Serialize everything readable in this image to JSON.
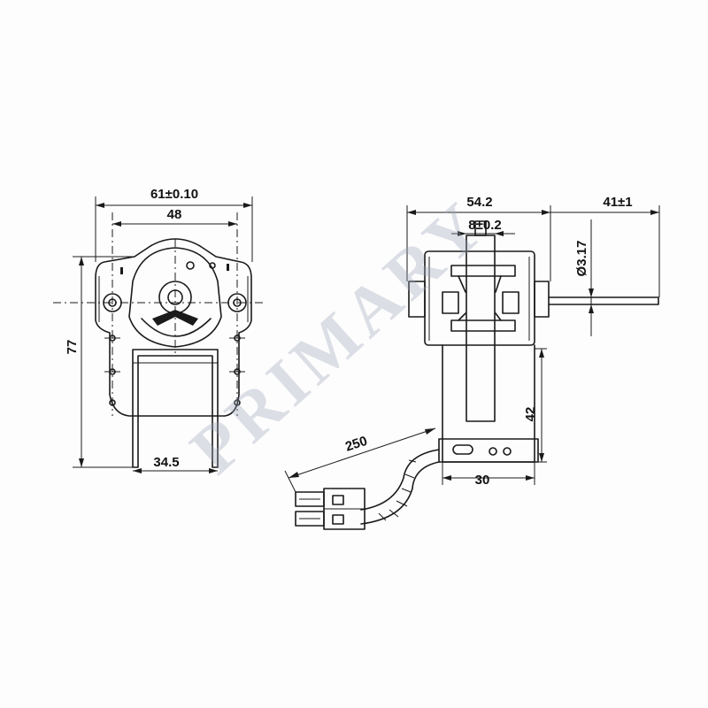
{
  "watermark": "PRIMARY",
  "front_view": {
    "overall_width": "61±0.10",
    "hole_spacing": "48",
    "height": "77",
    "coil_width": "34.5"
  },
  "side_view": {
    "body_length": "54.2",
    "shaft_length": "41±1",
    "bearing_width": "8±0.2",
    "shaft_diameter": "Ø3.17",
    "bracket_height": "42",
    "bracket_width": "30",
    "lead_length": "250"
  }
}
